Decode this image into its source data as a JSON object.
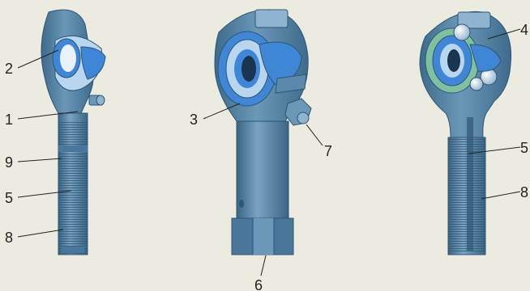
{
  "callouts": [
    {
      "id": "c2a",
      "label": "2"
    },
    {
      "id": "c1",
      "label": "1"
    },
    {
      "id": "c9",
      "label": "9"
    },
    {
      "id": "c5a",
      "label": "5"
    },
    {
      "id": "c8a",
      "label": "8"
    },
    {
      "id": "c3",
      "label": "3"
    },
    {
      "id": "c7",
      "label": "7"
    },
    {
      "id": "c6",
      "label": "6"
    },
    {
      "id": "c4",
      "label": "4"
    },
    {
      "id": "c5b",
      "label": "5"
    },
    {
      "id": "c8b",
      "label": "8"
    }
  ],
  "colors": {
    "background": "#ecebe0",
    "body_steel": "#5b89ab",
    "body_dark": "#3e6a8c",
    "body_light": "#8fb4cf",
    "bearing_blue": "#3f86d6",
    "bearing_light": "#b9d6ef",
    "ball": "#cfe2f3",
    "seal_green": "#7fc0a0"
  }
}
